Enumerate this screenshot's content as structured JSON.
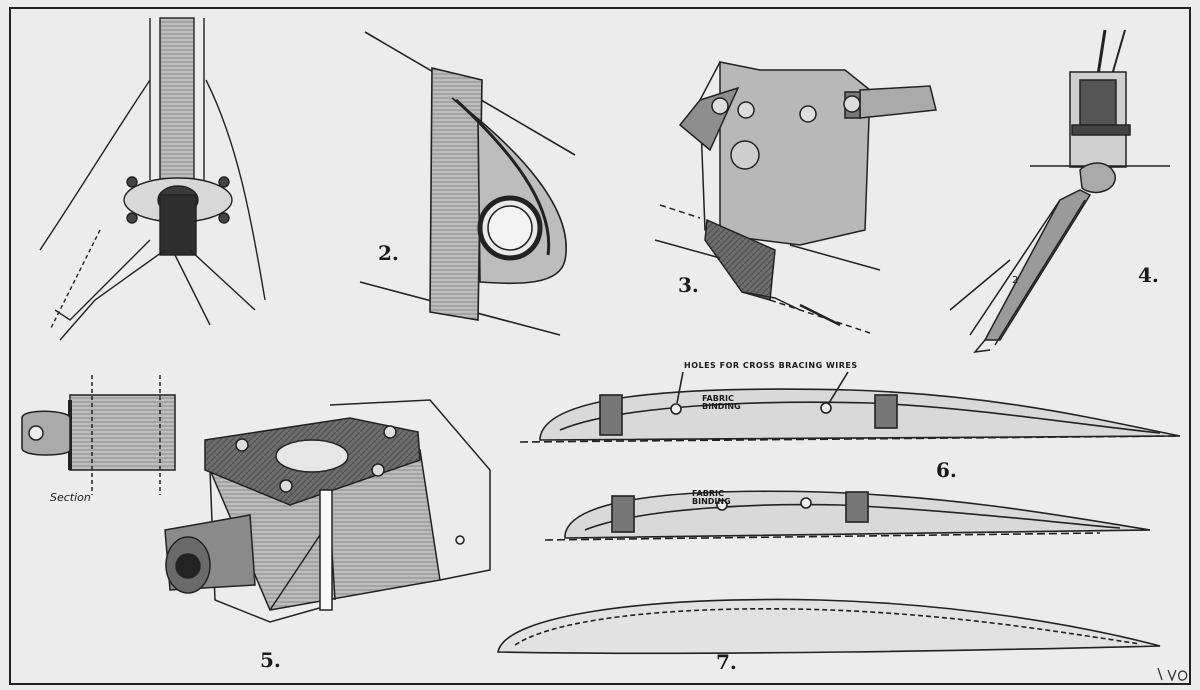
{
  "figure_labels": {
    "fig2": "2.",
    "fig3": "3.",
    "fig4": "4.",
    "fig5": "5.",
    "fig6": "6.",
    "fig7": "7."
  },
  "annotations": {
    "holes_note": "HOLES FOR CROSS BRACING WIRES",
    "fabric_binding_upper": "FABRIC BINDING",
    "fabric_binding_lower": "FABRIC BINDING",
    "section": "Section",
    "stay_mark": "2"
  },
  "signature": "I.V.O."
}
